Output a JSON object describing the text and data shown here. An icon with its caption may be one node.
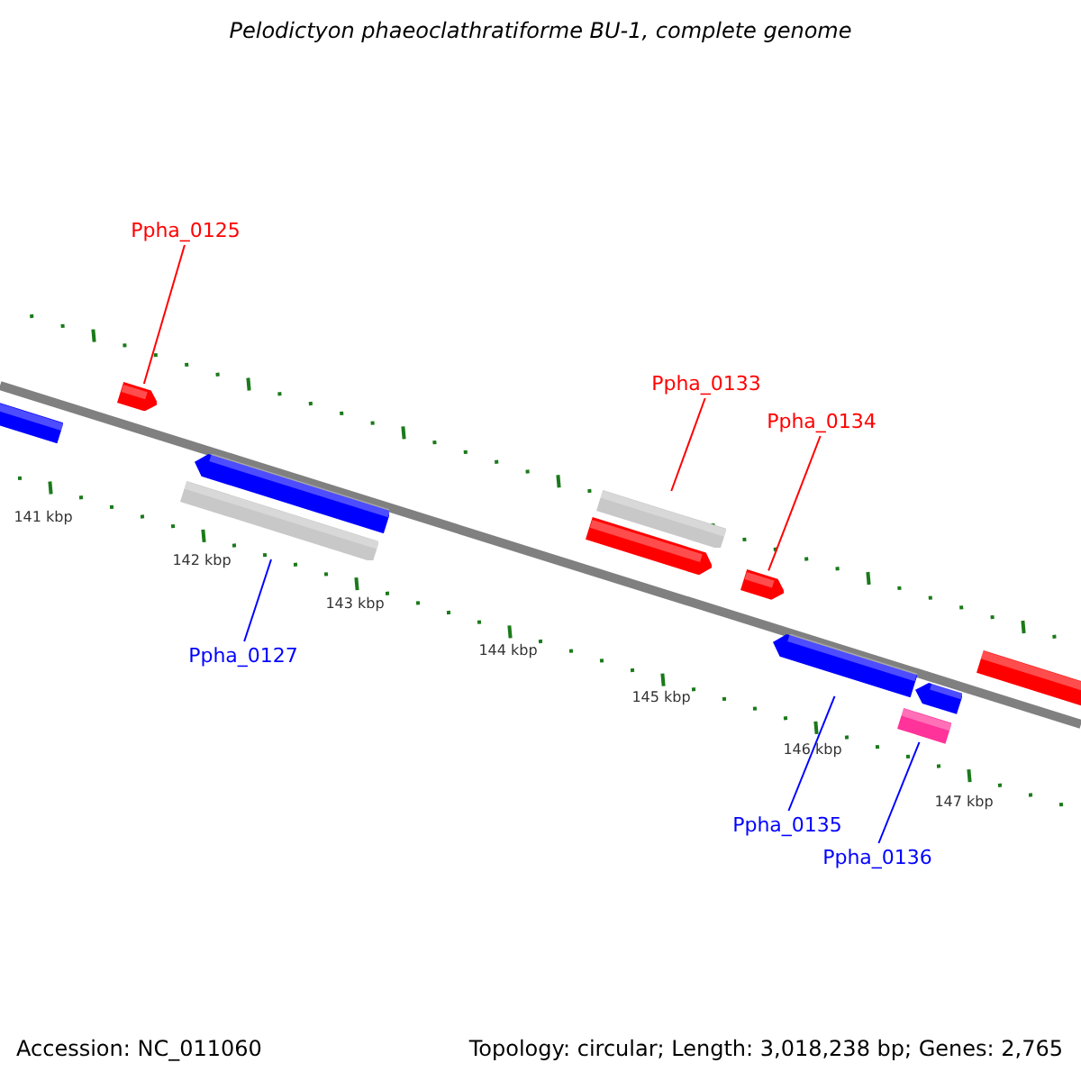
{
  "diagram": {
    "title": "Pelodictyon phaeoclathratiforme BU-1, complete genome",
    "nodes": [
      {
        "text": [
          "Ppha_0125"
        ]
      },
      {
        "text": [
          "Ppha_0133"
        ]
      },
      {
        "text": [
          "Ppha_0134"
        ]
      },
      {
        "text": [
          "Ppha_0127"
        ]
      },
      {
        "text": [
          "Ppha_0135"
        ]
      },
      {
        "text": [
          "Ppha_0136"
        ]
      },
      {
        "text": [],
        "shape": "bar"
      },
      {
        "text": [],
        "shape": "arrow"
      },
      {
        "text": [],
        "shape": "arrow"
      },
      {
        "text": [],
        "shape": "bar"
      },
      {
        "text": [],
        "shape": "bar"
      },
      {
        "text": [],
        "shape": "arrow"
      },
      {
        "text": [],
        "shape": "arrow"
      },
      {
        "text": [],
        "shape": "arrow"
      },
      {
        "text": [],
        "shape": "arrow"
      },
      {
        "text": [],
        "shape": "bar"
      },
      {
        "text": [],
        "shape": "bar"
      }
    ],
    "edges": [
      {
        "from": 0,
        "to": 7,
        "arrow": "none"
      },
      {
        "from": 3,
        "to": 9,
        "arrow": "none",
        "color": "#0000ff"
      },
      {
        "from": 1,
        "to": 10,
        "arrow": "none"
      },
      {
        "from": 2,
        "to": 12,
        "arrow": "none"
      },
      {
        "from": 4,
        "to": 13,
        "arrow": "none",
        "color": "#0000ff"
      },
      {
        "from": 5,
        "to": 15,
        "arrow": "none",
        "color": "#0000ff"
      }
    ],
    "labels": [
      "141 kbp",
      "142 kbp",
      "143 kbp",
      "144 kbp",
      "145 kbp",
      "146 kbp",
      "147 kbp",
      "Accession: NC_011060",
      "Topology: circular; Length: 3,018,238 bp; Genes: 2,765"
    ]
  }
}
